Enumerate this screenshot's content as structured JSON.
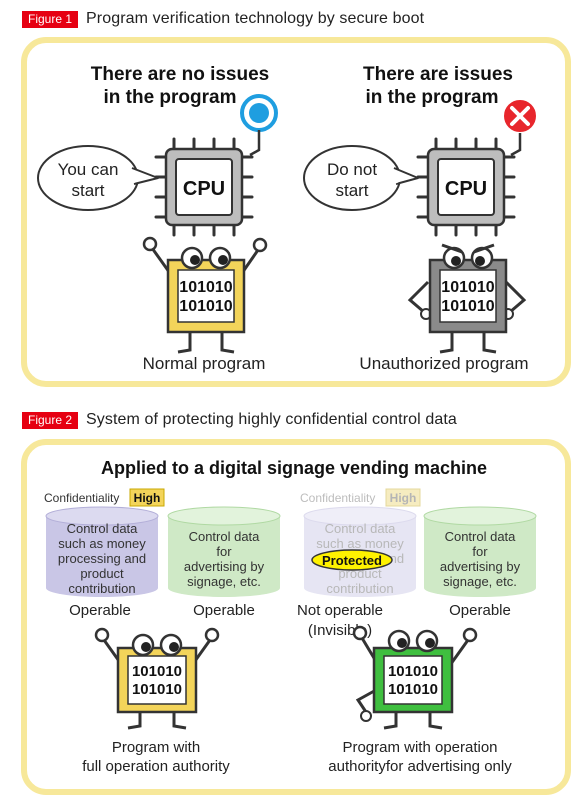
{
  "figure1": {
    "tag": "Figure 1",
    "title": "Program verification technology by secure boot",
    "left": {
      "heading_line1": "There are no issues",
      "heading_line2": "in the program",
      "bubble_line1": "You can",
      "bubble_line2": "start",
      "cpu_label": "CPU",
      "bits_line1": "101010",
      "bits_line2": "101010",
      "caption": "Normal program"
    },
    "right": {
      "heading_line1": "There are issues",
      "heading_line2": "in the program",
      "bubble_line1": "Do not",
      "bubble_line2": "start",
      "cpu_label": "CPU",
      "bits_line1": "101010",
      "bits_line2": "101010",
      "caption": "Unauthorized program"
    }
  },
  "figure2": {
    "tag": "Figure 2",
    "title": "System of protecting highly confidential control data",
    "heading": "Applied to a digital signage vending machine",
    "left": {
      "confidentiality_label": "Confidentiality",
      "confidentiality_level": "High",
      "control_data": [
        "Control data",
        "such as money",
        "processing and",
        "product",
        "contribution"
      ],
      "signage_data": [
        "Control data",
        "for",
        "advertising by",
        "signage, etc."
      ],
      "status_1": "Operable",
      "status_2": "Operable",
      "bits_line1": "101010",
      "bits_line2": "101010",
      "caption_line1": "Program with",
      "caption_line2": "full operation authority"
    },
    "right": {
      "confidentiality_label": "Confidentiality",
      "confidentiality_level": "High",
      "control_data": [
        "Control data",
        "such as money",
        "processing and",
        "product",
        "contribution"
      ],
      "protected_badge": "Protected",
      "signage_data": [
        "Control data",
        "for",
        "advertising by",
        "signage, etc."
      ],
      "status_1_line1": "Not operable",
      "status_1_line2": "(Invisible)",
      "status_2": "Operable",
      "bits_line1": "101010",
      "bits_line2": "101010",
      "caption_line1": "Program with operation",
      "caption_line2": "authorityfor advertising only"
    }
  },
  "colors": {
    "frame": "#f7e89a",
    "badge_red": "#e60012",
    "normal_program": "#f3d45a",
    "unauthorized_program": "#8a8a8a",
    "limited_program": "#3fbf3f",
    "control_db": "#c9c6e6",
    "signage_db": "#cfe9c6",
    "ok_mark": "#1f9ee0",
    "ng_mark": "#e8262c"
  }
}
